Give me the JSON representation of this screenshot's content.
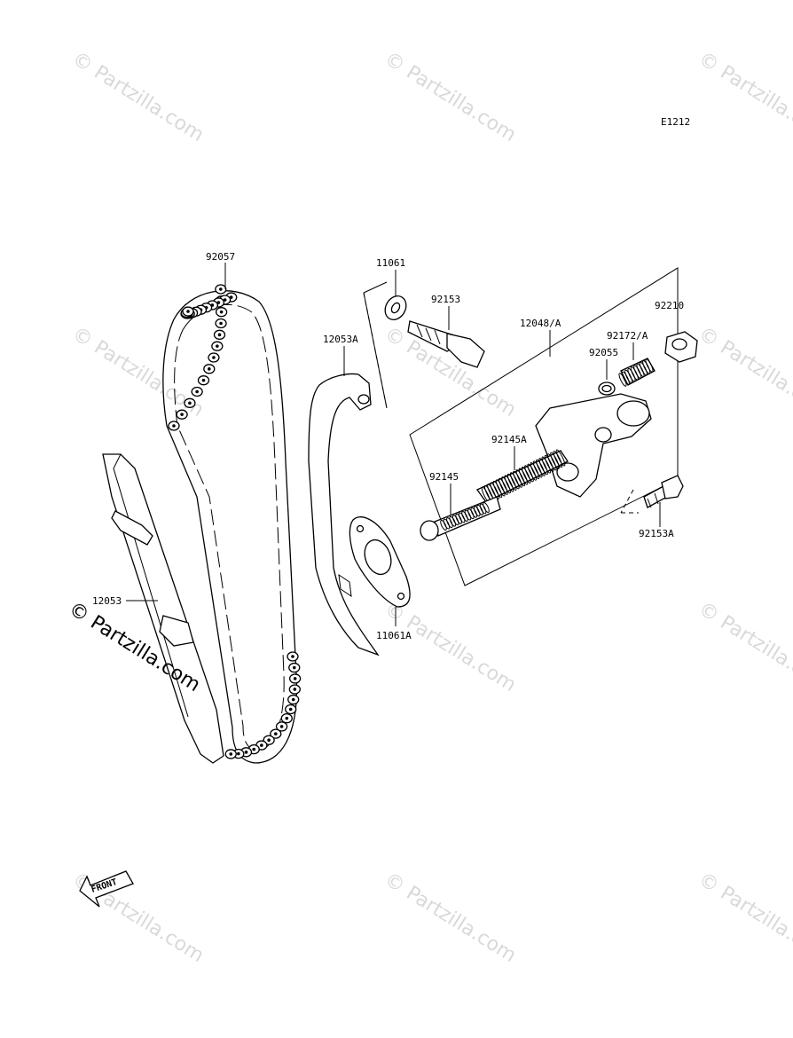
{
  "diagram": {
    "code": "E1212",
    "parts": [
      {
        "id": "p92057",
        "number": "92057"
      },
      {
        "id": "p11061",
        "number": "11061"
      },
      {
        "id": "p92153",
        "number": "92153"
      },
      {
        "id": "p12053A",
        "number": "12053A"
      },
      {
        "id": "p12048A",
        "number": "12048/A"
      },
      {
        "id": "p92210",
        "number": "92210"
      },
      {
        "id": "p92172A",
        "number": "92172/A"
      },
      {
        "id": "p92055",
        "number": "92055"
      },
      {
        "id": "p92145A",
        "number": "92145A"
      },
      {
        "id": "p92145",
        "number": "92145"
      },
      {
        "id": "p92153A",
        "number": "92153A"
      },
      {
        "id": "p12053",
        "number": "12053"
      },
      {
        "id": "p11061A",
        "number": "11061A"
      }
    ],
    "front_label": "FRONT",
    "watermark": "© Partzilla.com"
  }
}
